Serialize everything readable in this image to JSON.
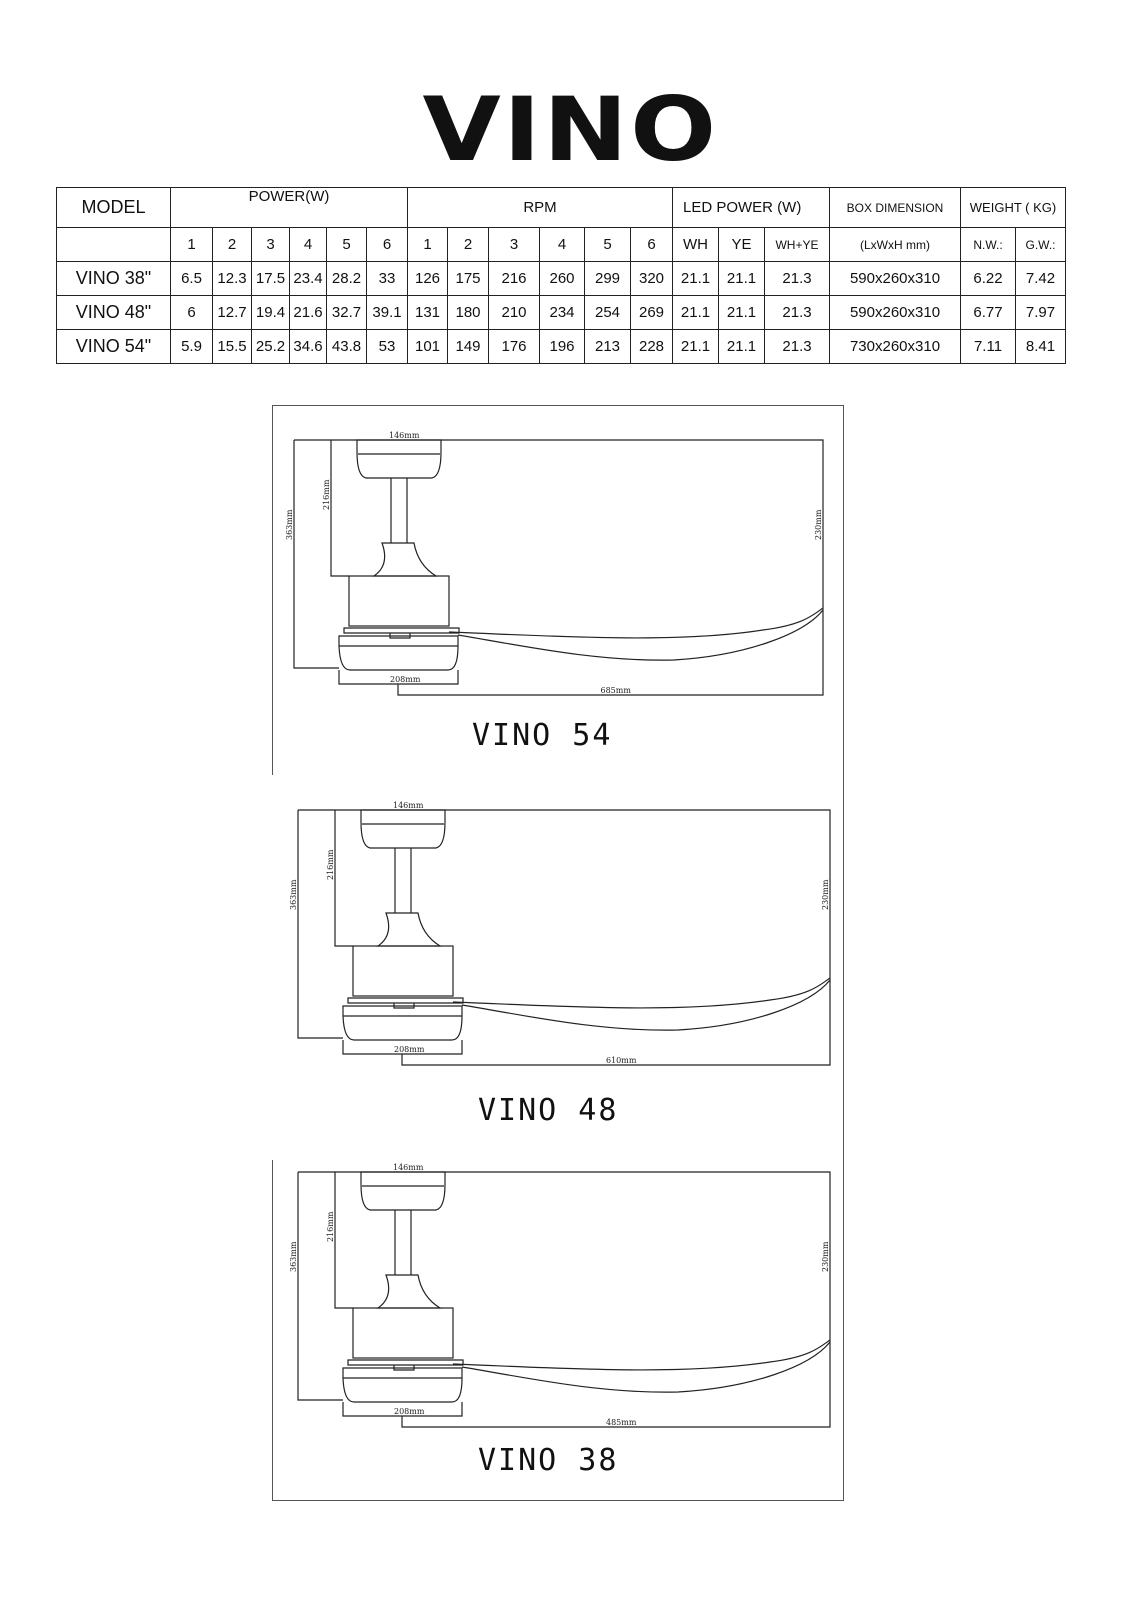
{
  "title": "VINO",
  "table": {
    "headers": {
      "model": "MODEL",
      "power": "POWER(W)",
      "rpm": "RPM",
      "led": "LED POWER (W)",
      "box": "BOX DIMENSION",
      "weight": "WEIGHT ( KG)"
    },
    "subheaders": {
      "speeds": [
        "1",
        "2",
        "3",
        "4",
        "5",
        "6"
      ],
      "led": [
        "WH",
        "YE",
        "WH+YE"
      ],
      "box": "(LxWxH mm)",
      "weight": [
        "N.W.:",
        "G.W.:"
      ]
    },
    "rows": [
      {
        "model": "VINO 38\"",
        "power": [
          "6.5",
          "12.3",
          "17.5",
          "23.4",
          "28.2",
          "33"
        ],
        "rpm": [
          "126",
          "175",
          "216",
          "260",
          "299",
          "320"
        ],
        "led": [
          "21.1",
          "21.1",
          "21.3"
        ],
        "box": "590x260x310",
        "nw": "6.22",
        "gw": "7.42"
      },
      {
        "model": "VINO 48\"",
        "power": [
          "6",
          "12.7",
          "19.4",
          "21.6",
          "32.7",
          "39.1"
        ],
        "rpm": [
          "131",
          "180",
          "210",
          "234",
          "254",
          "269"
        ],
        "led": [
          "21.1",
          "21.1",
          "21.3"
        ],
        "box": "590x260x310",
        "nw": "6.77",
        "gw": "7.97"
      },
      {
        "model": "VINO 54\"",
        "power": [
          "5.9",
          "15.5",
          "25.2",
          "34.6",
          "43.8",
          "53"
        ],
        "rpm": [
          "101",
          "149",
          "176",
          "196",
          "213",
          "228"
        ],
        "led": [
          "21.1",
          "21.1",
          "21.3"
        ],
        "box": "730x260x310",
        "nw": "7.11",
        "gw": "8.41"
      }
    ]
  },
  "drawings": [
    {
      "caption": "VINO 54",
      "canopy": "146mm",
      "rod": "216mm",
      "total_height": "363mm",
      "blade_height": "230mm",
      "light": "208mm",
      "blade_length": "685mm"
    },
    {
      "caption": "VINO 48",
      "canopy": "146mm",
      "rod": "216mm",
      "total_height": "363mm",
      "blade_height": "230mm",
      "light": "208mm",
      "blade_length": "610mm"
    },
    {
      "caption": "VINO 38",
      "canopy": "146mm",
      "rod": "216mm",
      "total_height": "363mm",
      "blade_height": "230mm",
      "light": "208mm",
      "blade_length": "485mm"
    }
  ]
}
